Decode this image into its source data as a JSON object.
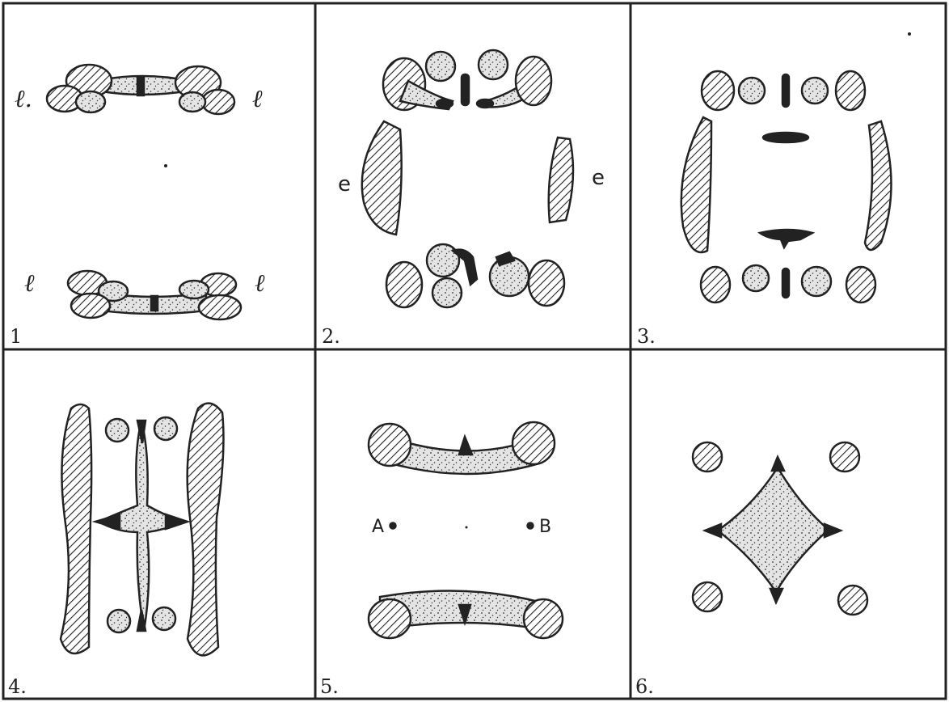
{
  "panels": [
    {
      "number": "1",
      "labels": [
        "ℓ.",
        "ℓ",
        "ℓ",
        "ℓ"
      ]
    },
    {
      "number": "2.",
      "labels": [
        "e",
        "e"
      ]
    },
    {
      "number": "3."
    },
    {
      "number": "4."
    },
    {
      "number": "5.",
      "labels": [
        "A",
        "B"
      ]
    },
    {
      "number": "6."
    }
  ],
  "colors": {
    "ink": "#222222",
    "paper": "#ffffff",
    "stipple": "#dcdcdc"
  }
}
